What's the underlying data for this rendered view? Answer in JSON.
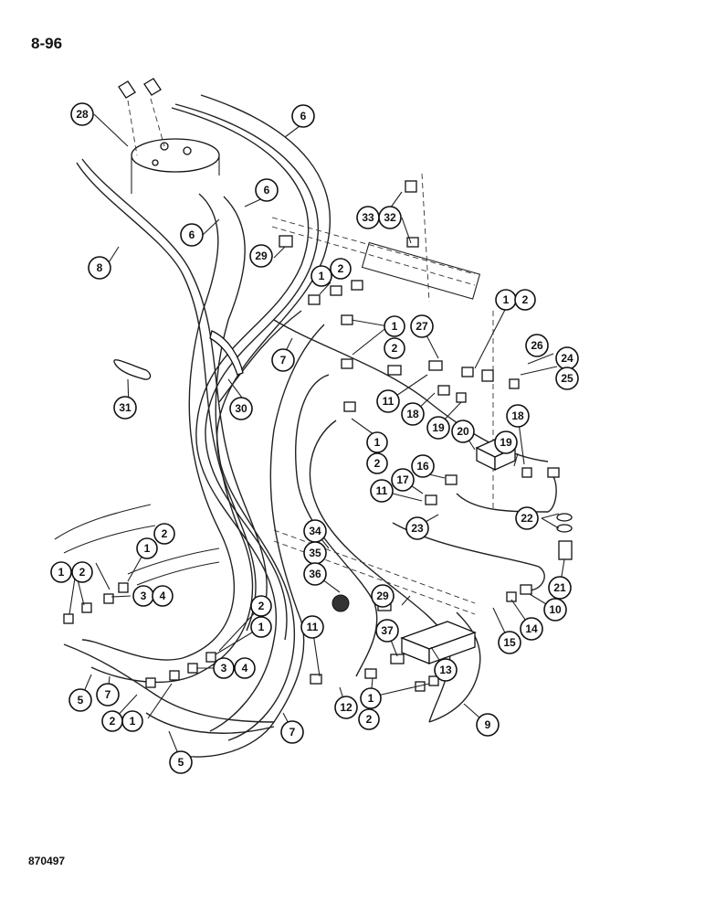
{
  "page_number": "8-96",
  "drawing_code": "870497",
  "callouts": [
    "28",
    "6",
    "6",
    "6",
    "8",
    "29",
    "33",
    "32",
    "1",
    "2",
    "7",
    "1",
    "2",
    "27",
    "1",
    "2",
    "26",
    "24",
    "25",
    "31",
    "30",
    "11",
    "18",
    "1",
    "2",
    "19",
    "20",
    "18",
    "19",
    "16",
    "17",
    "11",
    "22",
    "23",
    "34",
    "35",
    "36",
    "21",
    "1",
    "2",
    "1",
    "2",
    "3",
    "4",
    "2",
    "1",
    "29",
    "10",
    "14",
    "15",
    "11",
    "37",
    "13",
    "5",
    "7",
    "3",
    "4",
    "1",
    "2",
    "12",
    "1",
    "2",
    "9",
    "7",
    "5"
  ]
}
